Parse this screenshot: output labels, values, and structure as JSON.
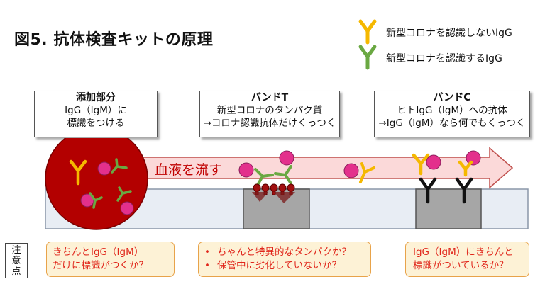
{
  "title": "図5. 抗体検査キットの原理",
  "legend": [
    {
      "label": "新型コロナを認識しないIgG",
      "color": "#f5b800",
      "icon": "antibody-y-icon"
    },
    {
      "label": "新型コロナを認識するIgG",
      "color": "#6aa842",
      "icon": "antibody-y-icon"
    }
  ],
  "boxes": {
    "add": {
      "heading": "添加部分",
      "line1": "IgG（IgM）に",
      "line2": "標識をつける"
    },
    "band_t": {
      "heading": "バンドT",
      "line1": "新型コロナのタンパク質",
      "line2": "→コロナ認識抗体だけくっつく"
    },
    "band_c": {
      "heading": "バンドC",
      "line1": "ヒトIgG（IgM）への抗体",
      "line2": "→IgG（IgM）なら何でもくっつく"
    }
  },
  "arrow_label": "血液を流す",
  "side_label": "注意点",
  "notes": {
    "add": {
      "line1": "きちんとIgG（IgM）",
      "line2": "だけに標識がつくか？"
    },
    "band_t": {
      "item1": "ちゃんと特異的なタンパクか？",
      "item2": "保管中に劣化していないか？"
    },
    "band_c": {
      "line1": "IgG（IgM）にきちんと",
      "line2": "標識がついているか？"
    }
  },
  "colors": {
    "igg_nonspecific": "#f5b800",
    "igg_specific": "#6aa842",
    "label_particle": "#e3308c",
    "blood_red": "#c00000",
    "note_text": "#e0261b"
  }
}
